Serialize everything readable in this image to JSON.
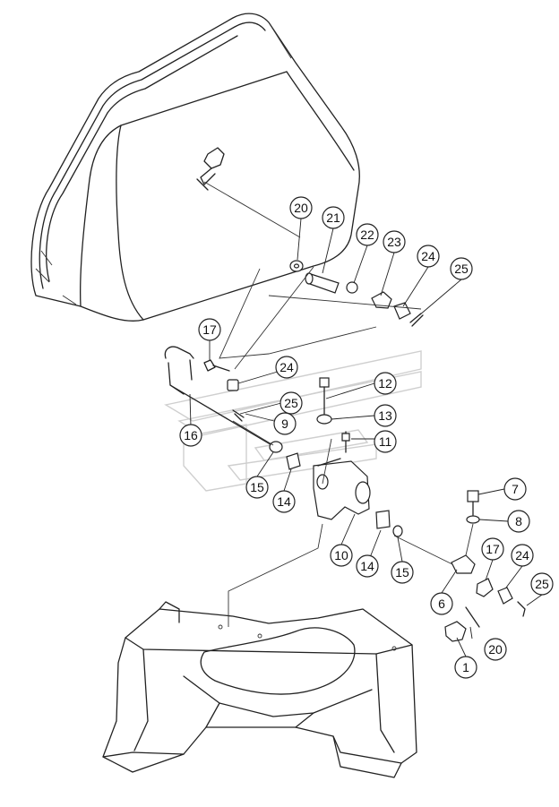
{
  "diagram": {
    "type": "exploded-parts-view",
    "part_callouts": [
      {
        "id": "c20a",
        "label": "20"
      },
      {
        "id": "c21",
        "label": "21"
      },
      {
        "id": "c22",
        "label": "22"
      },
      {
        "id": "c23",
        "label": "23"
      },
      {
        "id": "c24a",
        "label": "24"
      },
      {
        "id": "c25a",
        "label": "25"
      },
      {
        "id": "c17a",
        "label": "17"
      },
      {
        "id": "c24b",
        "label": "24"
      },
      {
        "id": "c25b",
        "label": "25"
      },
      {
        "id": "c9",
        "label": "9"
      },
      {
        "id": "c16",
        "label": "16"
      },
      {
        "id": "c12",
        "label": "12"
      },
      {
        "id": "c13",
        "label": "13"
      },
      {
        "id": "c11",
        "label": "11"
      },
      {
        "id": "c15a",
        "label": "15"
      },
      {
        "id": "c14a",
        "label": "14"
      },
      {
        "id": "c10",
        "label": "10"
      },
      {
        "id": "c14b",
        "label": "14"
      },
      {
        "id": "c15b",
        "label": "15"
      },
      {
        "id": "c7",
        "label": "7"
      },
      {
        "id": "c8",
        "label": "8"
      },
      {
        "id": "c17b",
        "label": "17"
      },
      {
        "id": "c24c",
        "label": "24"
      },
      {
        "id": "c25c",
        "label": "25"
      },
      {
        "id": "c6",
        "label": "6"
      },
      {
        "id": "c20b",
        "label": "20"
      },
      {
        "id": "c1",
        "label": "1"
      }
    ]
  }
}
